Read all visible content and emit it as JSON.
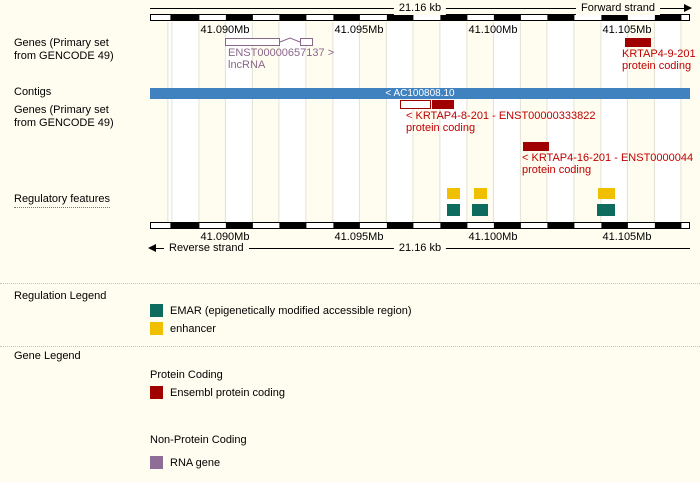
{
  "colors": {
    "contig": "#4081c0",
    "protein_coding": "#a00000",
    "emar": "#0e6c5e",
    "enhancer": "#f0c000",
    "rna_gene": "#8e6e96"
  },
  "rulers": {
    "scale_label": "21.16 kb",
    "forward_strand_label": "Forward strand",
    "reverse_strand_label": "Reverse strand",
    "ticks": [
      "41.090Mb",
      "41.095Mb",
      "41.100Mb",
      "41.105Mb"
    ]
  },
  "track_labels": {
    "genes_forward_line1": "Genes (Primary set",
    "genes_forward_line2": "from GENCODE 49)",
    "contigs": "Contigs",
    "genes_reverse_line1": "Genes (Primary set",
    "genes_reverse_line2": "from GENCODE 49)",
    "regulatory": "Regulatory features"
  },
  "contig": {
    "name": "< AC100808.10"
  },
  "genes": {
    "forward": [
      {
        "name": "ENST00000657137 >",
        "biotype": "lncRNA"
      },
      {
        "name": "KRTAP4-9-201",
        "biotype": "protein coding"
      }
    ],
    "reverse": [
      {
        "name": "< KRTAP4-8-201 - ENST00000333822",
        "biotype": "protein coding"
      },
      {
        "name": "< KRTAP4-16-201 - ENST0000044",
        "biotype": "protein coding"
      }
    ]
  },
  "legend": {
    "regulation_title": "Regulation Legend",
    "regulation_items": [
      {
        "label": "EMAR (epigenetically modified accessible region)"
      },
      {
        "label": "enhancer"
      }
    ],
    "gene_title": "Gene Legend",
    "protein_heading": "Protein Coding",
    "protein_items": [
      {
        "label": "Ensembl protein coding"
      }
    ],
    "nonprotein_heading": "Non-Protein Coding",
    "nonprotein_items": [
      {
        "label": "RNA gene"
      }
    ]
  }
}
